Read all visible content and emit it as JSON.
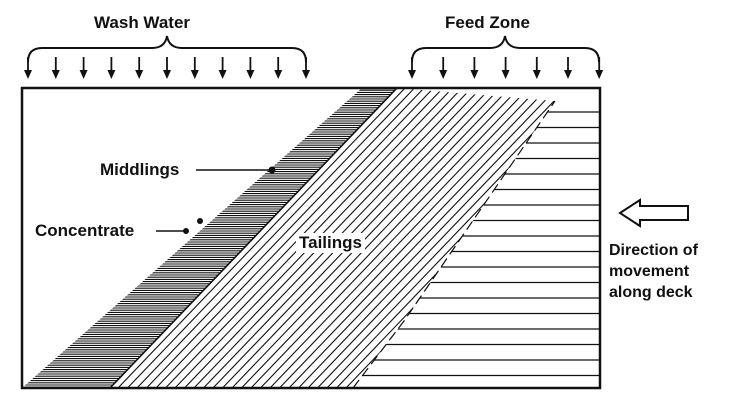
{
  "labels": {
    "wash_water": "Wash Water",
    "feed_zone": "Feed Zone",
    "middlings": "Middlings",
    "concentrate": "Concentrate",
    "tailings": "Tailings",
    "direction_line1": "Direction of",
    "direction_line2": "movement",
    "direction_line3": "along deck"
  },
  "colors": {
    "ink": "#111111",
    "background": "#ffffff"
  }
}
